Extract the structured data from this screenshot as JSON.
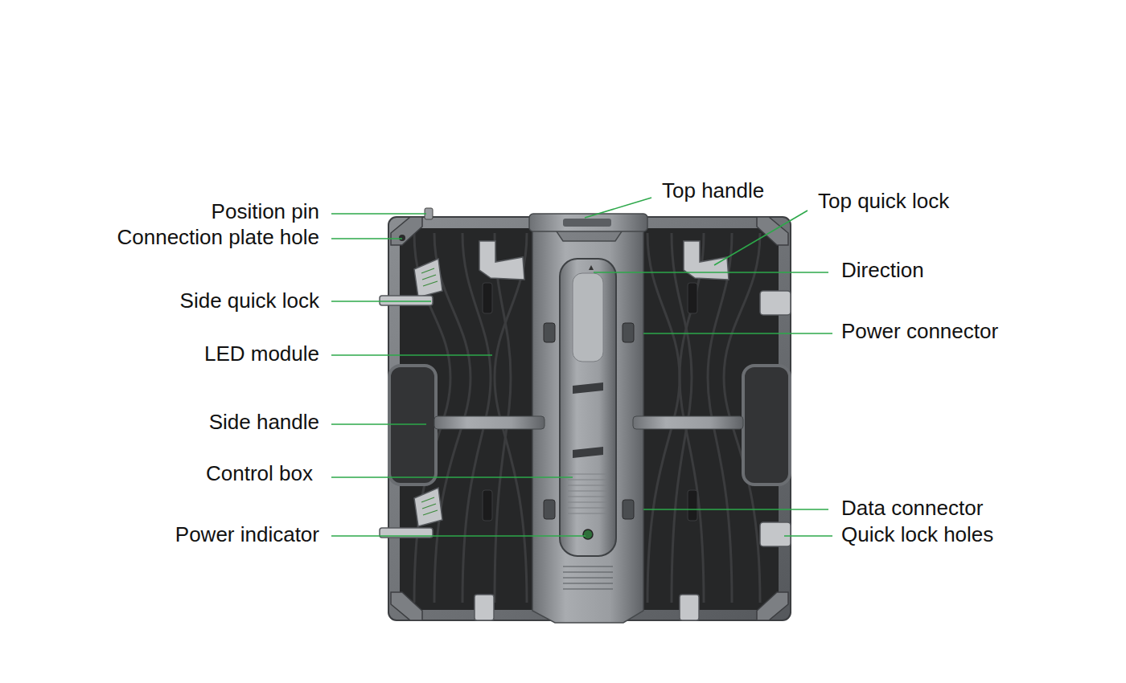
{
  "diagram": {
    "labels": [
      "Position pin",
      "Connection plate hole",
      "Side quick lock",
      "LED module",
      "Side handle",
      "Control box",
      "Power indicator",
      "Top handle",
      "Top quick lock",
      "Direction",
      "Power connector",
      "Data connector",
      "Quick lock holes"
    ]
  }
}
